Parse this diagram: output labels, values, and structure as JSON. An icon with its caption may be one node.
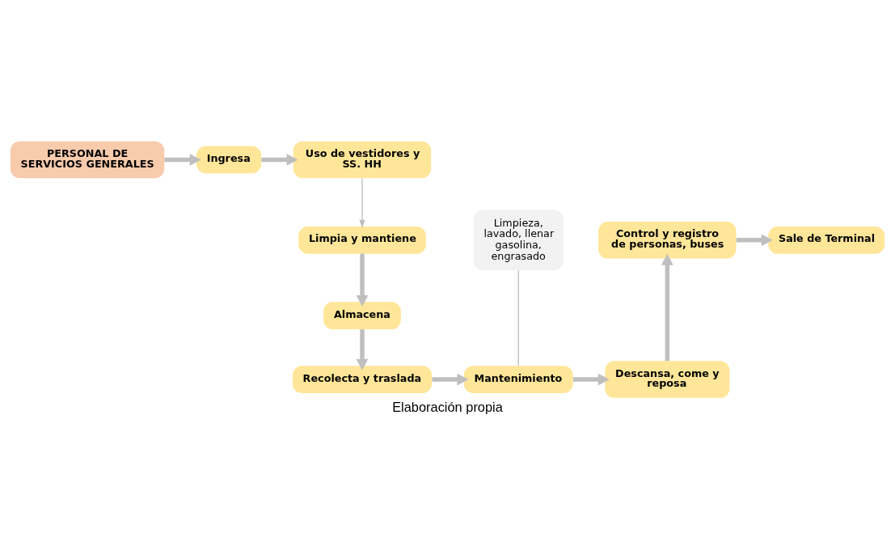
{
  "diagram": {
    "caption": "Elaboración propia",
    "nodes": [
      {
        "text": [
          "PERSONAL DE SERVICIOS GENERALES"
        ]
      },
      {
        "text": [
          "Ingresa"
        ]
      },
      {
        "text": [
          "Uso de vestidores y SS. HH"
        ]
      },
      {
        "text": [
          "Limpia y mantiene"
        ]
      },
      {
        "text": [
          "Almacena"
        ]
      },
      {
        "text": [
          "Recolecta y traslada"
        ]
      },
      {
        "text": [
          "Limpieza, lavado, llenar gasolina, engrasado"
        ]
      },
      {
        "text": [
          "Mantenimiento"
        ]
      },
      {
        "text": [
          "Descansa, come y reposa"
        ]
      },
      {
        "text": [
          "Control y registro de personas, buses"
        ]
      },
      {
        "text": [
          "Sale de Terminal"
        ]
      }
    ],
    "edges": [
      {
        "from": 0,
        "to": 1,
        "arrow": "to"
      },
      {
        "from": 1,
        "to": 2,
        "arrow": "to"
      },
      {
        "from": 2,
        "to": 3,
        "arrow": "to"
      },
      {
        "from": 3,
        "to": 4,
        "arrow": "to"
      },
      {
        "from": 4,
        "to": 5,
        "arrow": "to"
      },
      {
        "from": 5,
        "to": 7,
        "arrow": "to"
      },
      {
        "from": 7,
        "to": 6,
        "arrow": "none"
      },
      {
        "from": 7,
        "to": 8,
        "arrow": "to"
      },
      {
        "from": 8,
        "to": 9,
        "arrow": "to"
      },
      {
        "from": 9,
        "to": 10,
        "arrow": "to"
      }
    ]
  }
}
